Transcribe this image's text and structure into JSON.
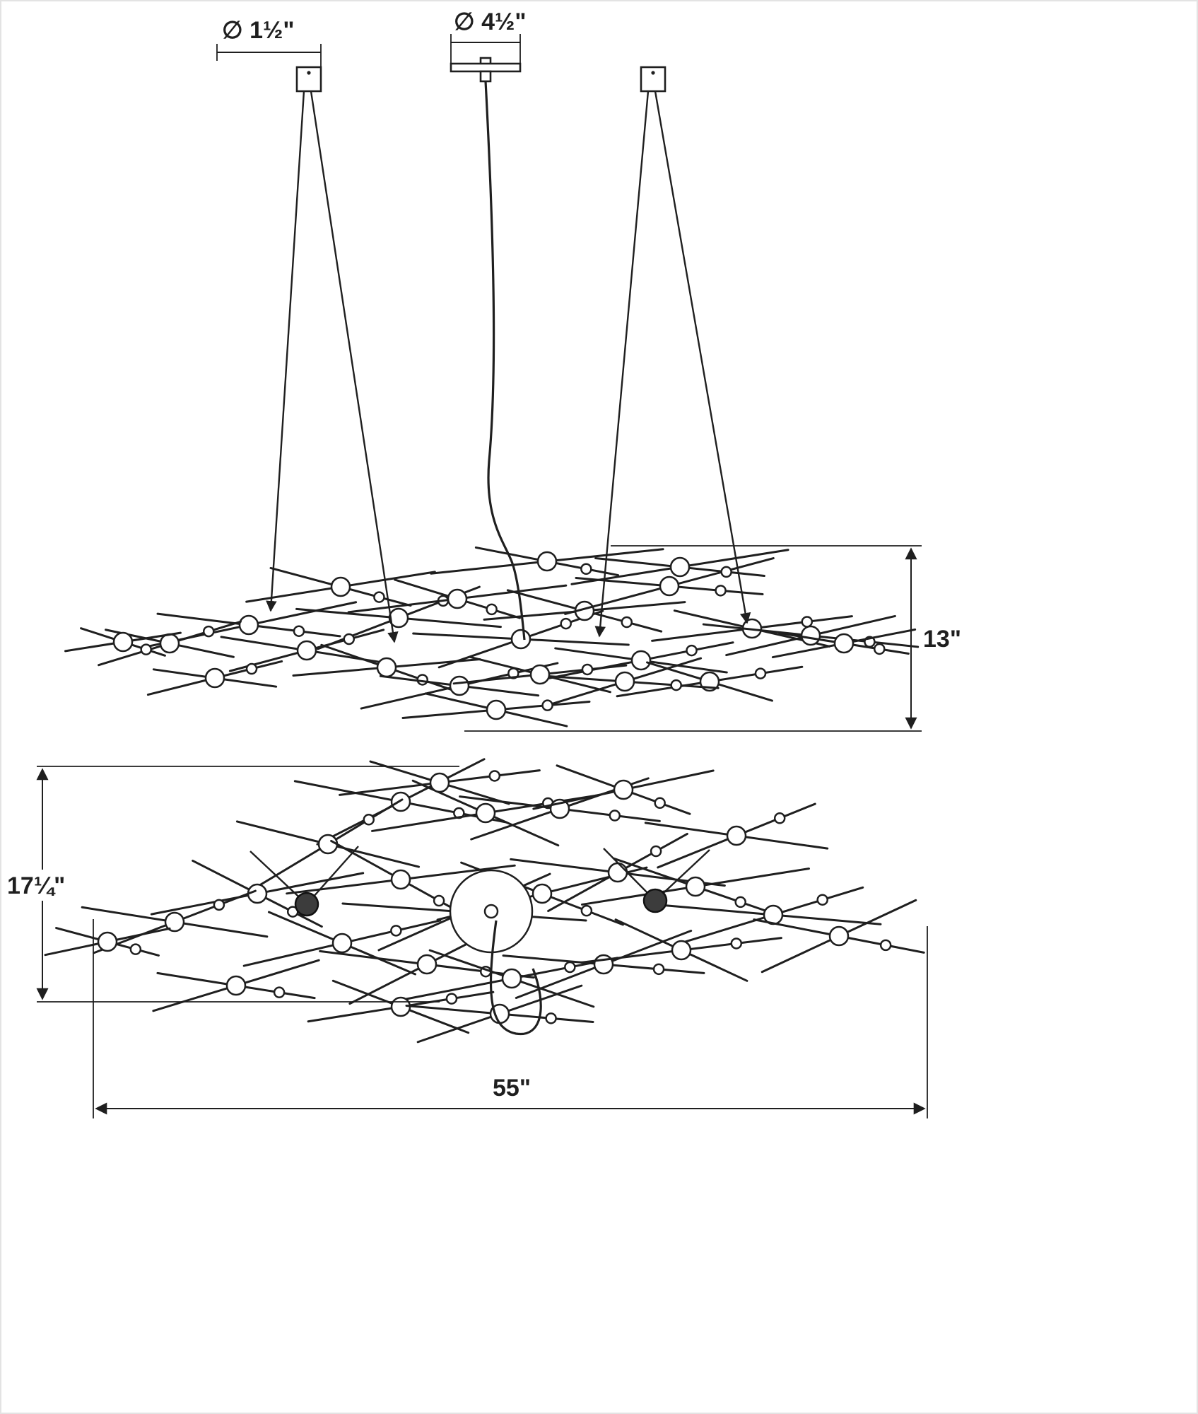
{
  "diagram": {
    "dimensions": {
      "canopy_small": "∅ 1½\"",
      "canopy_large": "∅ 4½\"",
      "body_height": "13\"",
      "overall_height": "17¼\"",
      "overall_width": "55\""
    },
    "colors": {
      "line": "#1f1f1f",
      "background": "#ffffff"
    }
  }
}
